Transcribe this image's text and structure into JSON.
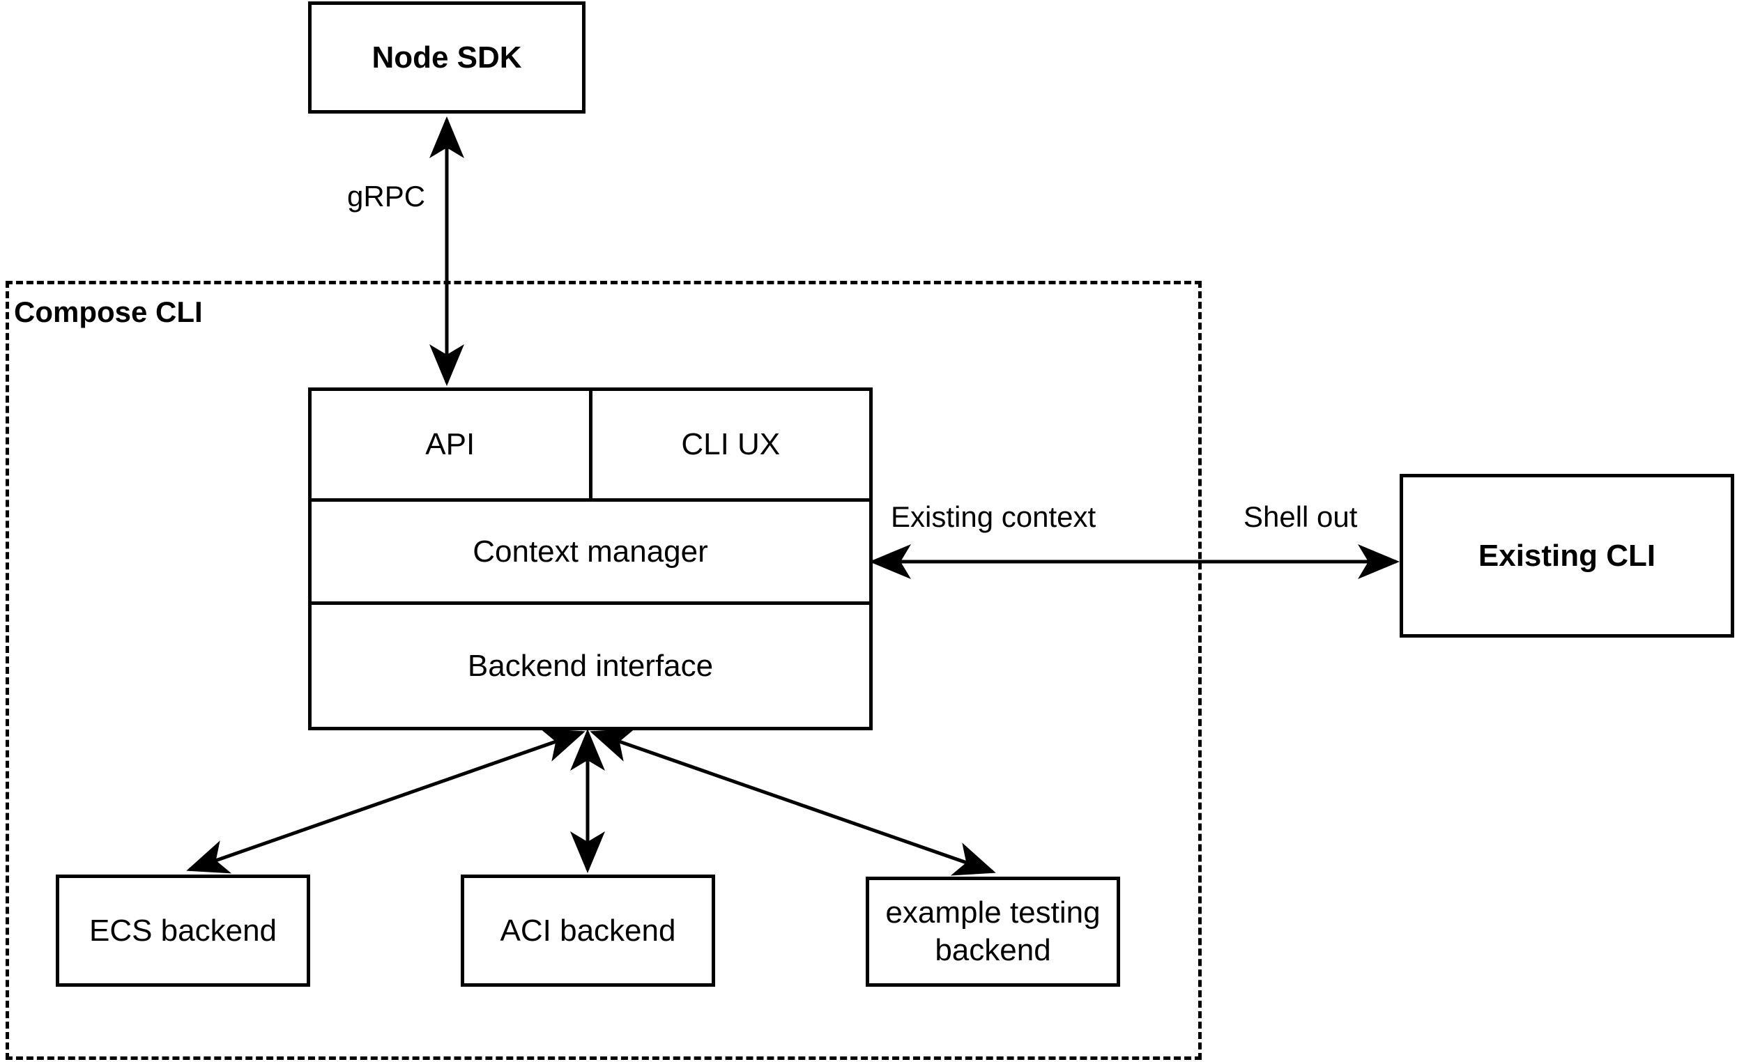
{
  "diagram": {
    "title_hidden": "",
    "nodes": {
      "node_sdk": {
        "label": "Node SDK",
        "bold": true
      },
      "existing_cli": {
        "label": "Existing CLI",
        "bold": true
      },
      "api": {
        "label": "API",
        "bold": false
      },
      "cli_ux": {
        "label": "CLI UX",
        "bold": false
      },
      "context_manager": {
        "label": "Context manager",
        "bold": false
      },
      "backend_interface": {
        "label": "Backend interface",
        "bold": false
      },
      "ecs_backend": {
        "label": "ECS backend",
        "bold": false
      },
      "aci_backend": {
        "label": "ACI backend",
        "bold": false
      },
      "example_testing_backend": {
        "label": "example testing backend",
        "bold": false
      }
    },
    "group": {
      "label": "Compose CLI",
      "style": "dashed"
    },
    "edges": {
      "grpc": {
        "label": "gRPC",
        "from": "node_sdk",
        "to": "api",
        "arrows": "both"
      },
      "existing_context": {
        "label": "Existing context",
        "from": "existing_cli",
        "to": "context_manager",
        "arrows": "both"
      },
      "shell_out": {
        "label": "Shell out",
        "from": "context_manager",
        "to": "existing_cli",
        "arrows": "both"
      },
      "to_ecs": {
        "label": "",
        "from": "backend_interface",
        "to": "ecs_backend",
        "arrows": "both"
      },
      "to_aci": {
        "label": "",
        "from": "backend_interface",
        "to": "aci_backend",
        "arrows": "both"
      },
      "to_example": {
        "label": "",
        "from": "backend_interface",
        "to": "example_testing_backend",
        "arrows": "both"
      }
    },
    "colors": {
      "stroke": "#000000",
      "fill": "#ffffff",
      "text": "#000000"
    }
  }
}
